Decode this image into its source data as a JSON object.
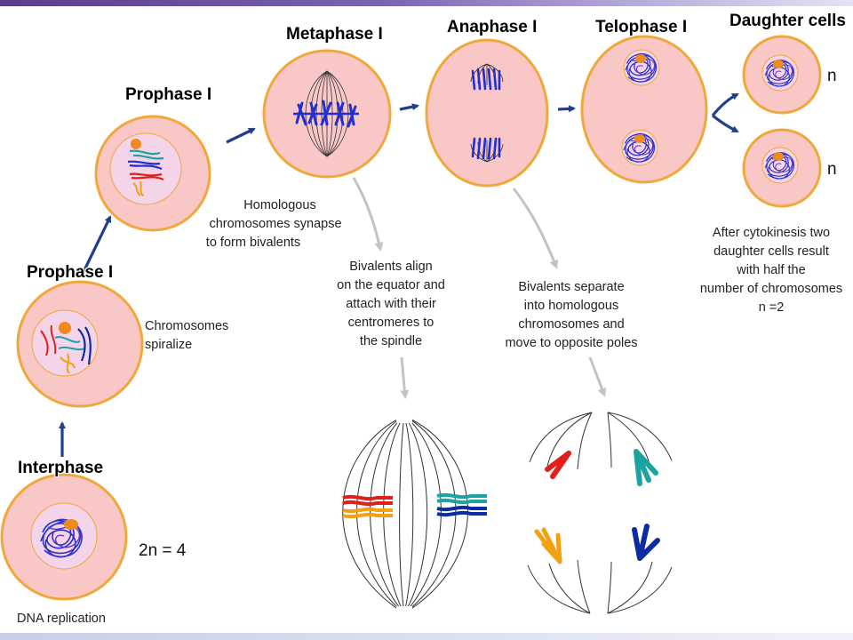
{
  "stages": {
    "interphase": "Interphase",
    "prophase_early": "Prophase I",
    "prophase_late": "Prophase I",
    "metaphase": "Metaphase I",
    "anaphase": "Anaphase I",
    "telophase": "Telophase I",
    "daughter": "Daughter cells"
  },
  "notes": {
    "dna_replication": "DNA replication",
    "chromosomes_spiralize": [
      "Chromosomes",
      "spiralize"
    ],
    "synapse": [
      "Homologous",
      "chromosomes synapse",
      "to form bivalents"
    ],
    "bivalents_align": [
      "Bivalents align",
      "on the equator and",
      "attach with their",
      "centromeres to",
      "the spindle"
    ],
    "bivalents_separate": [
      "Bivalents separate",
      "into homologous",
      "chromosomes and",
      "move to opposite poles"
    ],
    "after_cytokinesis": [
      "After cytokinesis two",
      "daughter cells result",
      "with half the",
      "number of chromosomes",
      "n =2"
    ]
  },
  "ploidy": {
    "interphase": "2n = 4",
    "daughter_top": "n",
    "daughter_bottom": "n"
  },
  "colors": {
    "cell_fill": "#f9c7c5",
    "cell_border": "#f0a83c",
    "nucleus_fill": "#f4d4e8",
    "arrow_blue": "#1f3f8a",
    "arrow_gray": "#c3c3c3",
    "chromosome_blue": "#1f2fd1",
    "chromosome_red": "#e0201b",
    "chromosome_teal": "#1aa3a0",
    "chromosome_orange": "#f3a012",
    "chromosome_navy": "#0d2ba3",
    "nucleolus": "#f08a1c"
  }
}
